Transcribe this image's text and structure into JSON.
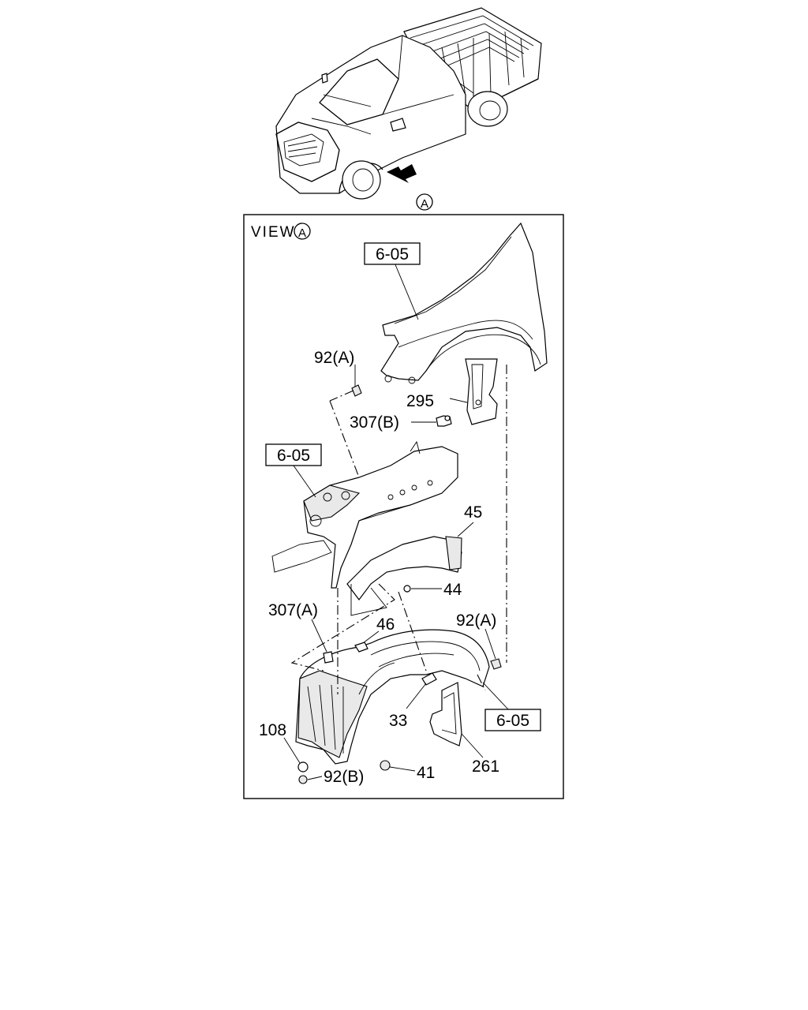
{
  "diagram": {
    "view_marker": "A",
    "view_label": "VIEW",
    "callouts": {
      "fender_ref": "6-05",
      "frame_ref": "6-05",
      "liner_ref": "6-05",
      "p92a_top": "92(A)",
      "p295": "295",
      "p307b": "307(B)",
      "p45": "45",
      "p44": "44",
      "p307a": "307(A)",
      "p46": "46",
      "p92a_right": "92(A)",
      "p33": "33",
      "p108": "108",
      "p92b": "92(B)",
      "p41": "41",
      "p261": "261"
    }
  }
}
